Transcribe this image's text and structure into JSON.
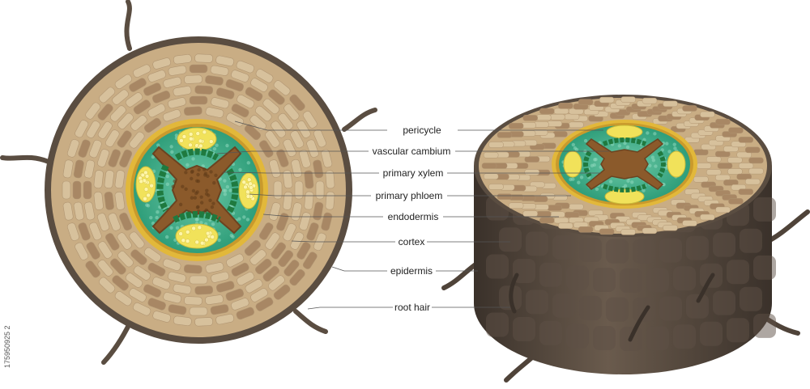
{
  "labels": [
    {
      "key": "pericycle",
      "text": "pericycle"
    },
    {
      "key": "vascular-cambium",
      "text": "vascular cambium"
    },
    {
      "key": "primary-xylem",
      "text": "primary xylem"
    },
    {
      "key": "primary-phloem",
      "text": "primary phloem"
    },
    {
      "key": "endodermis",
      "text": "endodermis"
    },
    {
      "key": "cortex",
      "text": "cortex"
    },
    {
      "key": "epidermis",
      "text": "epidermis"
    },
    {
      "key": "root-hair",
      "text": "root hair"
    }
  ],
  "watermark": {
    "stock_id": "175950925 2"
  },
  "colors": {
    "epidermis": "#5a4d41",
    "cortex": "#c9ad84",
    "cortex_cell": "#d7c19c",
    "cortex_cell_dark": "#a88764",
    "endodermis": "#e2b83a",
    "stele": "#3fae8a",
    "xylem": "#8b5a2b",
    "phloem_cambium": "#1f7a3f",
    "phloem": "#f1e25a",
    "side": "#4f4339",
    "line": "#555555"
  }
}
